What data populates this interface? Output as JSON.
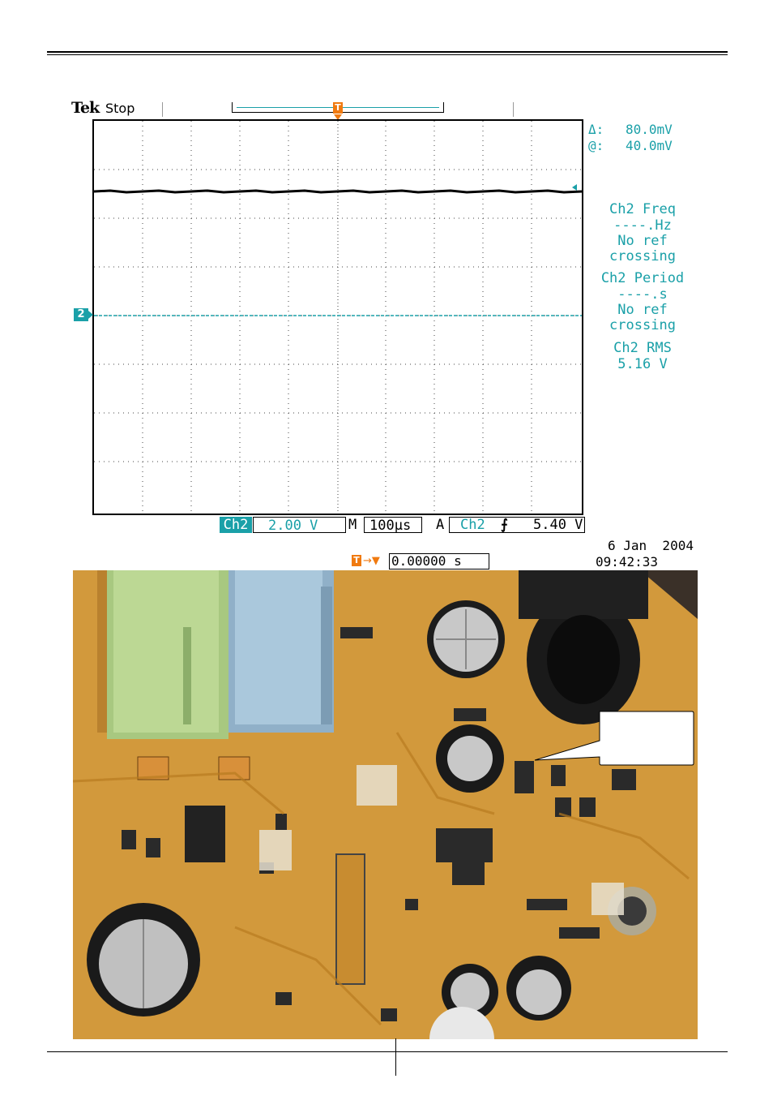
{
  "scope": {
    "brand": "Tek",
    "state": "Stop",
    "delta_label": "Δ:",
    "delta_value": "80.0mV",
    "at_label": "@:",
    "at_value": "40.0mV",
    "ch2_marker": "2",
    "trigger_marker": "T",
    "measurements": [
      {
        "title": "Ch2 Freq",
        "value": "----.Hz",
        "note1": "No ref",
        "note2": "crossing"
      },
      {
        "title": "Ch2 Period",
        "value": "----.s",
        "note1": "No ref",
        "note2": "crossing"
      },
      {
        "title": "Ch2 RMS",
        "value": "5.16 V"
      }
    ],
    "bottom": {
      "channel": "Ch2",
      "volts_div": "2.00 V",
      "m_label": "M",
      "time_div": "100µs",
      "a_label": "A",
      "trig_channel": "Ch2",
      "trig_level": "5.40 V"
    },
    "trigger_pos": "0.00000 s",
    "date": "6 Jan  2004",
    "time": "09:42:33"
  },
  "colors": {
    "scope_teal": "#1aa0a8",
    "trigger_orange": "#f07a10",
    "pcb_board": "#d8a040"
  }
}
